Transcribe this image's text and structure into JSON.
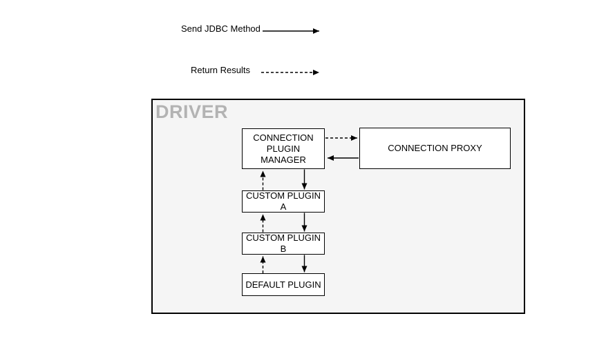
{
  "colors": {
    "background": "#ffffff",
    "container_fill": "#f5f5f5",
    "border": "#000000",
    "container_label_color": "#b3b3b3",
    "text": "#000000"
  },
  "legend": {
    "send": {
      "label": "Send JDBC Method",
      "line_style": "solid"
    },
    "return": {
      "label": "Return Results",
      "line_style": "dashed"
    }
  },
  "diagram": {
    "container_label": "DRIVER",
    "nodes": {
      "manager": {
        "label": "CONNECTION PLUGIN MANAGER"
      },
      "proxy": {
        "label": "CONNECTION PROXY"
      },
      "plugin_a": {
        "label": "CUSTOM PLUGIN A"
      },
      "plugin_b": {
        "label": "CUSTOM PLUGIN B"
      },
      "default_plugin": {
        "label": "DEFAULT PLUGIN"
      }
    },
    "edges": [
      {
        "from": "manager",
        "to": "proxy",
        "style": "dashed"
      },
      {
        "from": "proxy",
        "to": "manager",
        "style": "solid"
      },
      {
        "from": "manager",
        "to": "plugin_a",
        "style": "solid"
      },
      {
        "from": "plugin_a",
        "to": "manager",
        "style": "dashed"
      },
      {
        "from": "plugin_a",
        "to": "plugin_b",
        "style": "solid"
      },
      {
        "from": "plugin_b",
        "to": "plugin_a",
        "style": "dashed"
      },
      {
        "from": "plugin_b",
        "to": "default_plugin",
        "style": "solid"
      },
      {
        "from": "default_plugin",
        "to": "plugin_b",
        "style": "dashed"
      }
    ]
  }
}
